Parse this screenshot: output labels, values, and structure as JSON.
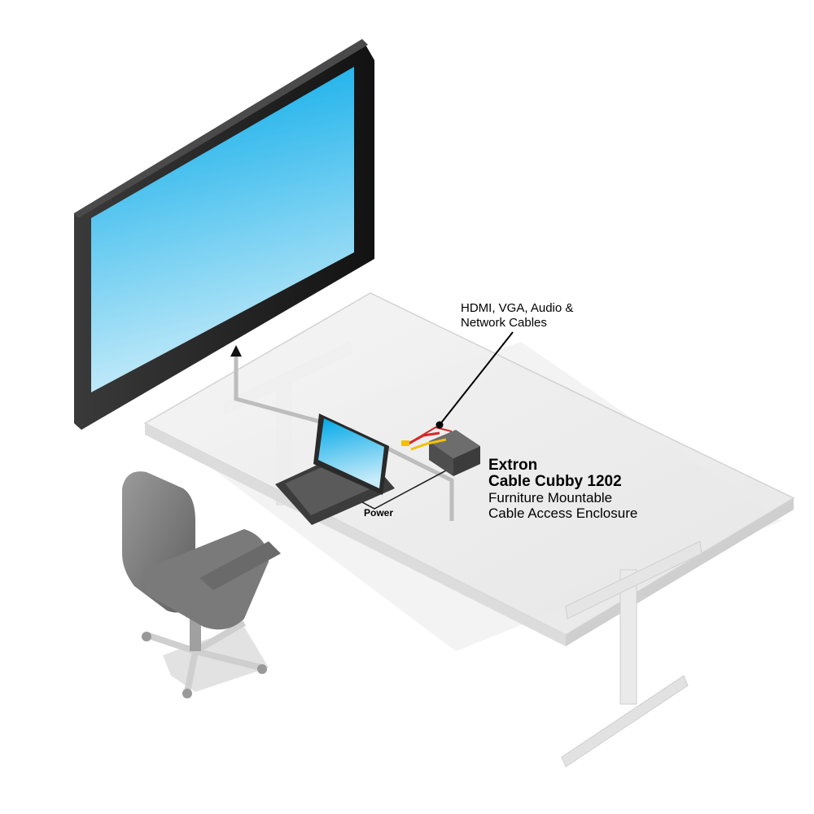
{
  "cables_callout": {
    "line1": "HDMI, VGA, Audio &",
    "line2": "Network Cables"
  },
  "product": {
    "brand": "Extron",
    "model": "Cable Cubby 1202",
    "desc_line1": "Furniture Mountable",
    "desc_line2": "Cable Access Enclosure"
  },
  "power_label": "Power",
  "colors": {
    "screen_top": "#00a8e8",
    "screen_bottom": "#c6ebf9",
    "display_bezel": "#1b1b1b",
    "table_top": "#f0f0f0",
    "chair": "#8a8a8a",
    "cable_red": "#d62828",
    "cable_yellow": "#f2c200"
  }
}
